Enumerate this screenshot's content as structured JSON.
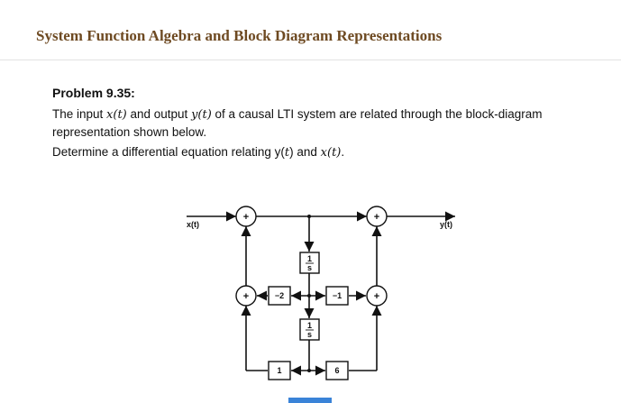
{
  "page": {
    "title": "System Function Algebra and Block Diagram Representations"
  },
  "problem": {
    "heading": "Problem 9.35:",
    "sentence1": {
      "a": "The input ",
      "x": "x(t)",
      "b": " and output ",
      "y": "y(t)",
      "c": " of a causal LTI system are related through the block-diagram",
      "line2": "representation shown below."
    },
    "sentence2": {
      "a": "Determine a differential equation relating y(",
      "t": "t",
      "b": ") and ",
      "x": "x(t)",
      "c": "."
    }
  },
  "diagram": {
    "input_label": "x(t)",
    "output_label": "y(t)",
    "adder_symbol": "+",
    "integrator_top": {
      "num": "1",
      "den": "s"
    },
    "integrator_bottom": {
      "num": "1",
      "den": "s"
    },
    "gains": {
      "left_mid": "−2",
      "right_mid": "−1",
      "left_bottom": "1",
      "right_bottom": "6"
    }
  },
  "colors": {
    "title": "#6e4a22",
    "accent_bar": "#3a83d8"
  }
}
